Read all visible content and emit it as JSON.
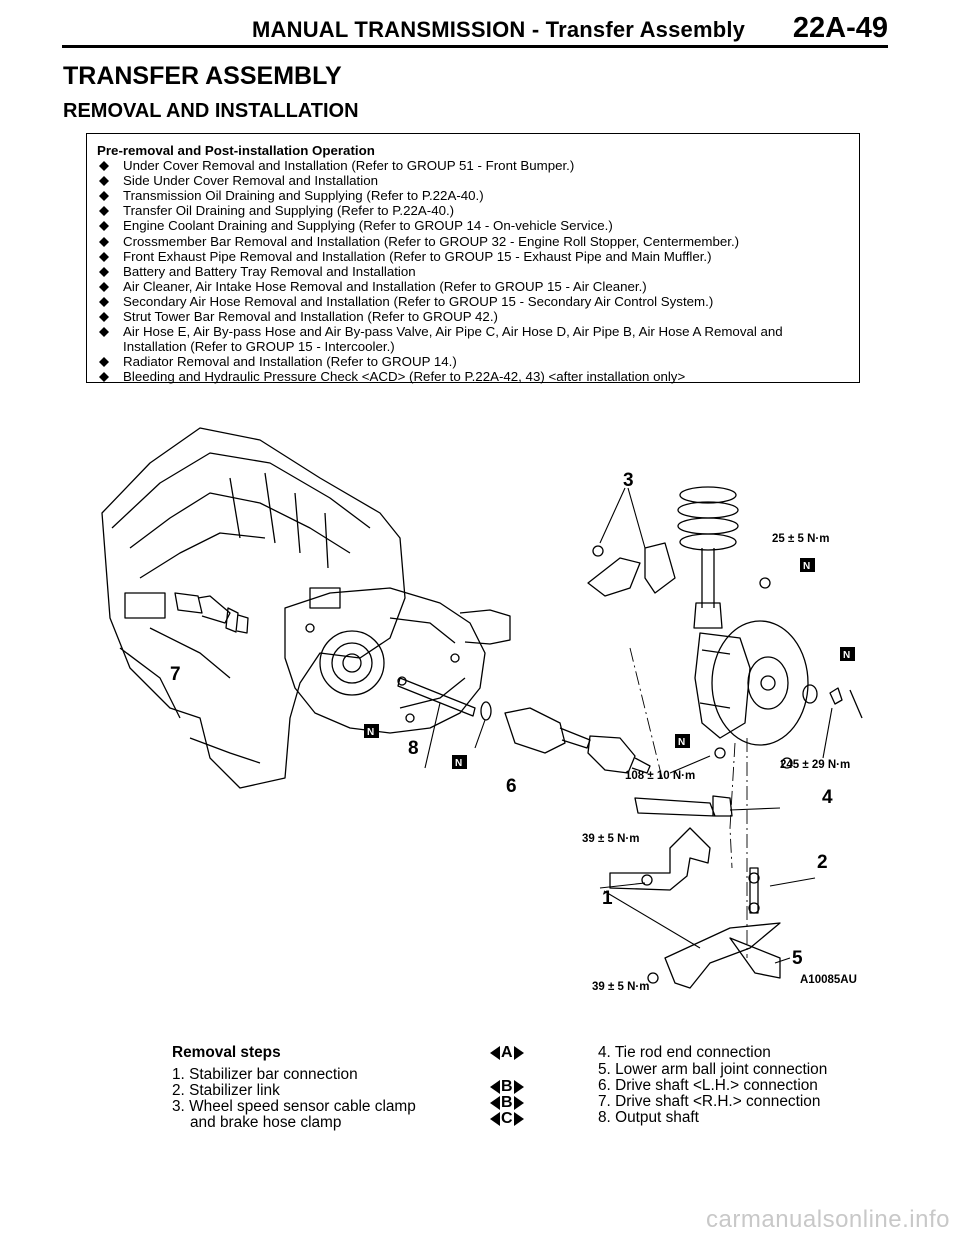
{
  "header": {
    "title": "MANUAL TRANSMISSION - Transfer Assembly",
    "page": "22A-49"
  },
  "section_title": "TRANSFER ASSEMBLY",
  "subsection_title": "REMOVAL AND INSTALLATION",
  "pre_box": {
    "heading": "Pre-removal and Post-installation Operation",
    "items": [
      "Under Cover Removal and Installation (Refer to GROUP 51 - Front Bumper.)",
      "Side Under Cover Removal and Installation",
      "Transmission Oil Draining and Supplying (Refer to P.22A-40.)",
      "Transfer Oil Draining and Supplying (Refer to P.22A-40.)",
      "Engine Coolant Draining and Supplying (Refer to GROUP 14 - On-vehicle Service.)",
      "Crossmember Bar Removal and Installation (Refer to GROUP 32 - Engine Roll Stopper, Centermember.)",
      "Front Exhaust Pipe Removal and Installation (Refer to GROUP 15 - Exhaust Pipe and Main Muffler.)",
      "Battery and Battery Tray Removal and Installation",
      "Air Cleaner, Air Intake Hose Removal and Installation (Refer to GROUP 15 - Air Cleaner.)",
      "Secondary Air Hose Removal and Installation (Refer to GROUP 15 - Secondary Air Control System.)",
      "Strut Tower Bar Removal and Installation (Refer to GROUP 42.)",
      "Air Hose E, Air By-pass Hose and Air By-pass Valve, Air Pipe C, Air Hose D, Air Pipe B, Air Hose A Removal and Installation (Refer to GROUP 15 - Intercooler.)",
      "Radiator Removal and Installation (Refer to GROUP 14.)",
      "Bleeding and Hydraulic Pressure Check <ACD> (Refer to P.22A-42, 43) <after installation only>"
    ]
  },
  "diagram": {
    "callouts": [
      "1",
      "2",
      "3",
      "4",
      "5",
      "6",
      "7",
      "8"
    ],
    "torques": {
      "t25": "25 ± 5 N·m",
      "t245": "245 ± 29 N·m",
      "t108": "108 ± 10 N·m",
      "t39a": "39 ± 5 N·m",
      "t39b": "39 ± 5 N·m"
    },
    "replace_symbol": "N",
    "figure_code": "A10085AU"
  },
  "removal": {
    "title": "Removal steps",
    "left": [
      "1. Stabilizer bar connection",
      "2. Stabilizer link",
      "3. Wheel speed sensor cable clamp",
      "and brake hose clamp"
    ],
    "right": [
      "4. Tie rod end connection",
      "5. Lower arm ball joint connection",
      "6. Drive shaft <L.H.> connection",
      "7. Drive shaft <R.H.> connection",
      "8. Output shaft"
    ],
    "marks": [
      "A",
      "B",
      "B",
      "C"
    ]
  },
  "watermark": "carmanualsonline.info"
}
